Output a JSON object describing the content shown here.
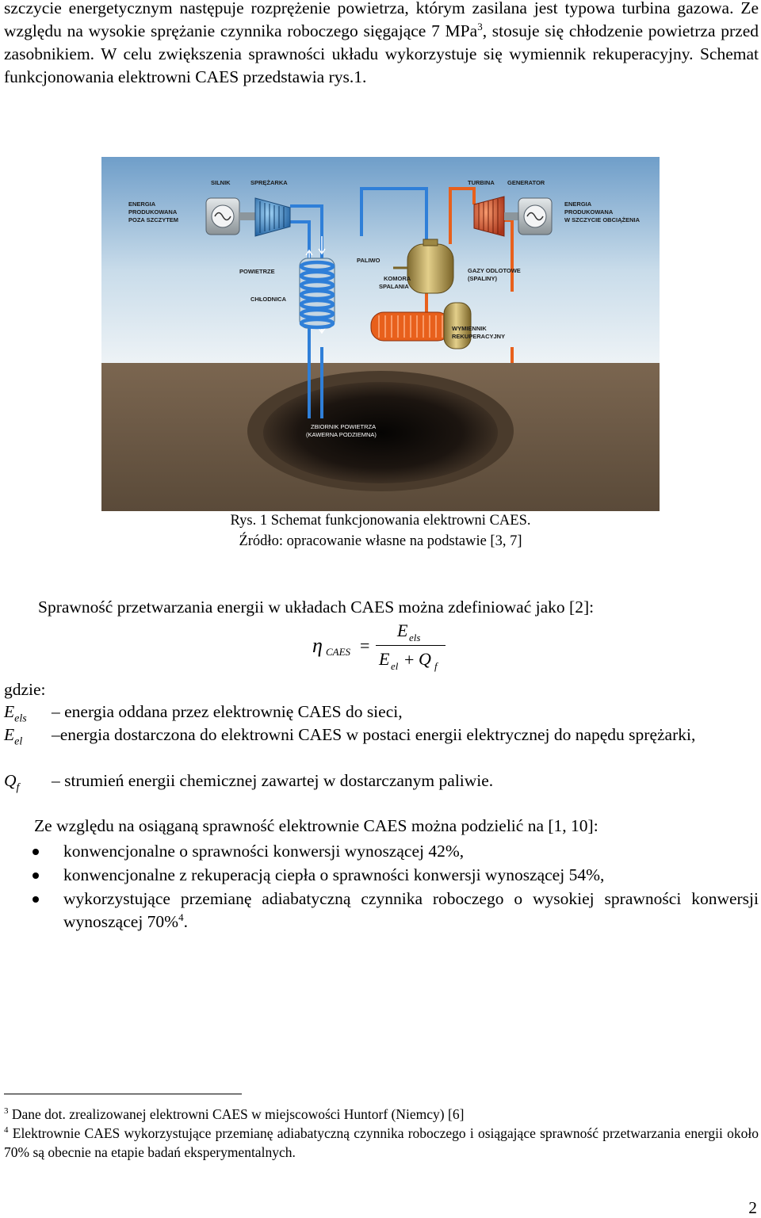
{
  "intro": {
    "text_a": "szczycie energetycznym następuje rozprężenie powietrza, którym zasilana jest typowa turbina gazowa. Ze względu na wysokie sprężanie czynnika roboczego sięgające 7 MPa",
    "ref": "3",
    "text_b": ", stosuje się chłodzenie powietrza przed zasobnikiem. W celu zwiększenia sprawności układu wykorzystuje się wymiennik rekuperacyjny. Schemat funkcjonowania elektrowni CAES przedstawia rys.1."
  },
  "figure": {
    "labels": {
      "silnik": "SILNIK",
      "sprezarka": "SPRĘŻARKA",
      "turbina": "TURBINA",
      "generator": "GENERATOR",
      "left_energy_1": "ENERGIA",
      "left_energy_2": "PRODUKOWANA",
      "left_energy_3": "POZA SZCZYTEM",
      "right_energy_1": "ENERGIA",
      "right_energy_2": "PRODUKOWANA",
      "right_energy_3": "W SZCZYCIE OBCIĄŻENIA",
      "powietrze": "POWIETRZE",
      "chlodnica": "CHŁODNICA",
      "paliwo": "PALIWO",
      "komora_1": "KOMORA",
      "komora_2": "SPALANIA",
      "gazy_1": "GAZY ODLOTOWE",
      "gazy_2": "(SPALINY)",
      "wymiennik_1": "WYMIENNIK",
      "wymiennik_2": "REKUPERACYJNY",
      "zbiornik_1": "ZBIORNIK POWIETRZA",
      "zbiornik_2": "(KAWERNA PODZIEMNA)"
    },
    "colors": {
      "air_pipe": "#2f7fd8",
      "hot_pipe": "#e8601c",
      "sky_top": "#6f9ec9",
      "sky_bottom": "#eef3f6",
      "ground": "#6b5844"
    }
  },
  "caption": {
    "line1": "Rys. 1 Schemat funkcjonowania elektrowni CAES.",
    "line2": "Źródło: opracowanie własne na podstawie [3, 7]"
  },
  "efficiency": {
    "intro": "Sprawność przetwarzania energii w układach CAES można zdefiniować jako [2]:",
    "formula": {
      "eta": "η",
      "eta_sub": "CAES",
      "equals": "=",
      "num": "E",
      "num_sub": "els",
      "den_e": "E",
      "den_e_sub": "el",
      "plus": "+",
      "den_q": "Q",
      "den_q_sub": "f"
    }
  },
  "definitions": {
    "gdzie": "gdzie:",
    "items": [
      {
        "sym": "E",
        "sub": "els",
        "text": "– energia oddana przez elektrownię CAES do sieci,"
      },
      {
        "sym": "E",
        "sub": "el",
        "text": "–energia dostarczona do elektrowni CAES w postaci energii elektrycznej do napędu sprężarki,"
      },
      {
        "sym": "Q",
        "sub": "f",
        "text": "– strumień energii chemicznej zawartej w dostarczanym paliwie."
      }
    ]
  },
  "classes": {
    "intro": "Ze względu na osiąganą sprawność elektrownie CAES można podzielić na [1, 10]:",
    "items": [
      {
        "text": "konwencjonalne o sprawności konwersji wynoszącej 42%,"
      },
      {
        "text": "konwencjonalne z rekuperacją ciepła o sprawności konwersji wynoszącej 54%,"
      },
      {
        "text": "wykorzystujące przemianę adiabatyczną czynnika roboczego o wysokiej sprawności konwersji wynoszącej 70%",
        "ref": "4",
        "tail": "."
      }
    ]
  },
  "footnotes": [
    {
      "num": "3",
      "text": " Dane dot. zrealizowanej elektrowni CAES w miejscowości Huntorf (Niemcy) [6]"
    },
    {
      "num": "4",
      "text": " Elektrownie CAES wykorzystujące przemianę adiabatyczną czynnika roboczego i osiągające sprawność przetwarzania energii około 70% są obecnie na etapie badań eksperymentalnych."
    }
  ],
  "page_number": "2"
}
